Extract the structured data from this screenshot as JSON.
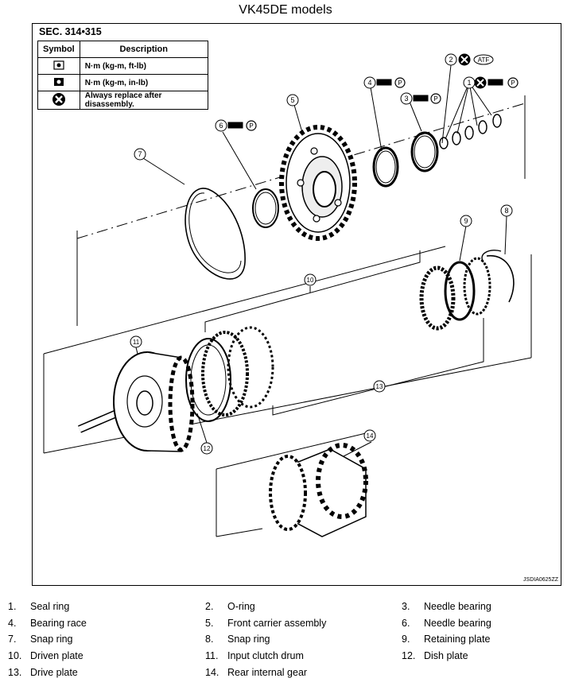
{
  "title": "VK45DE models",
  "section": "SEC. 314•315",
  "legend": {
    "headers": {
      "symbol": "Symbol",
      "description": "Description"
    },
    "rows": [
      {
        "icon": "torque-wrench-icon",
        "description": "N·m (kg-m, ft-lb)"
      },
      {
        "icon": "torque-wrench-small-icon",
        "description": "N·m (kg-m, in-lb)"
      },
      {
        "icon": "always-replace-icon",
        "description": "Always replace after disassembly."
      }
    ]
  },
  "callouts": [
    "1",
    "2",
    "3",
    "4",
    "5",
    "6",
    "7",
    "8",
    "9",
    "10",
    "11",
    "12",
    "13",
    "14"
  ],
  "atf_label": "ATF",
  "petroleum_label": "P",
  "code": "JSDIA0625ZZ",
  "parts": [
    {
      "num": "1.",
      "name": "Seal ring"
    },
    {
      "num": "2.",
      "name": "O-ring"
    },
    {
      "num": "3.",
      "name": "Needle bearing"
    },
    {
      "num": "4.",
      "name": "Bearing race"
    },
    {
      "num": "5.",
      "name": "Front carrier assembly"
    },
    {
      "num": "6.",
      "name": "Needle bearing"
    },
    {
      "num": "7.",
      "name": "Snap ring"
    },
    {
      "num": "8.",
      "name": "Snap ring"
    },
    {
      "num": "9.",
      "name": "Retaining plate"
    },
    {
      "num": "10.",
      "name": "Driven plate"
    },
    {
      "num": "11.",
      "name": "Input clutch drum"
    },
    {
      "num": "12.",
      "name": "Dish plate"
    },
    {
      "num": "13.",
      "name": "Drive plate"
    },
    {
      "num": "14.",
      "name": "Rear internal gear"
    }
  ]
}
